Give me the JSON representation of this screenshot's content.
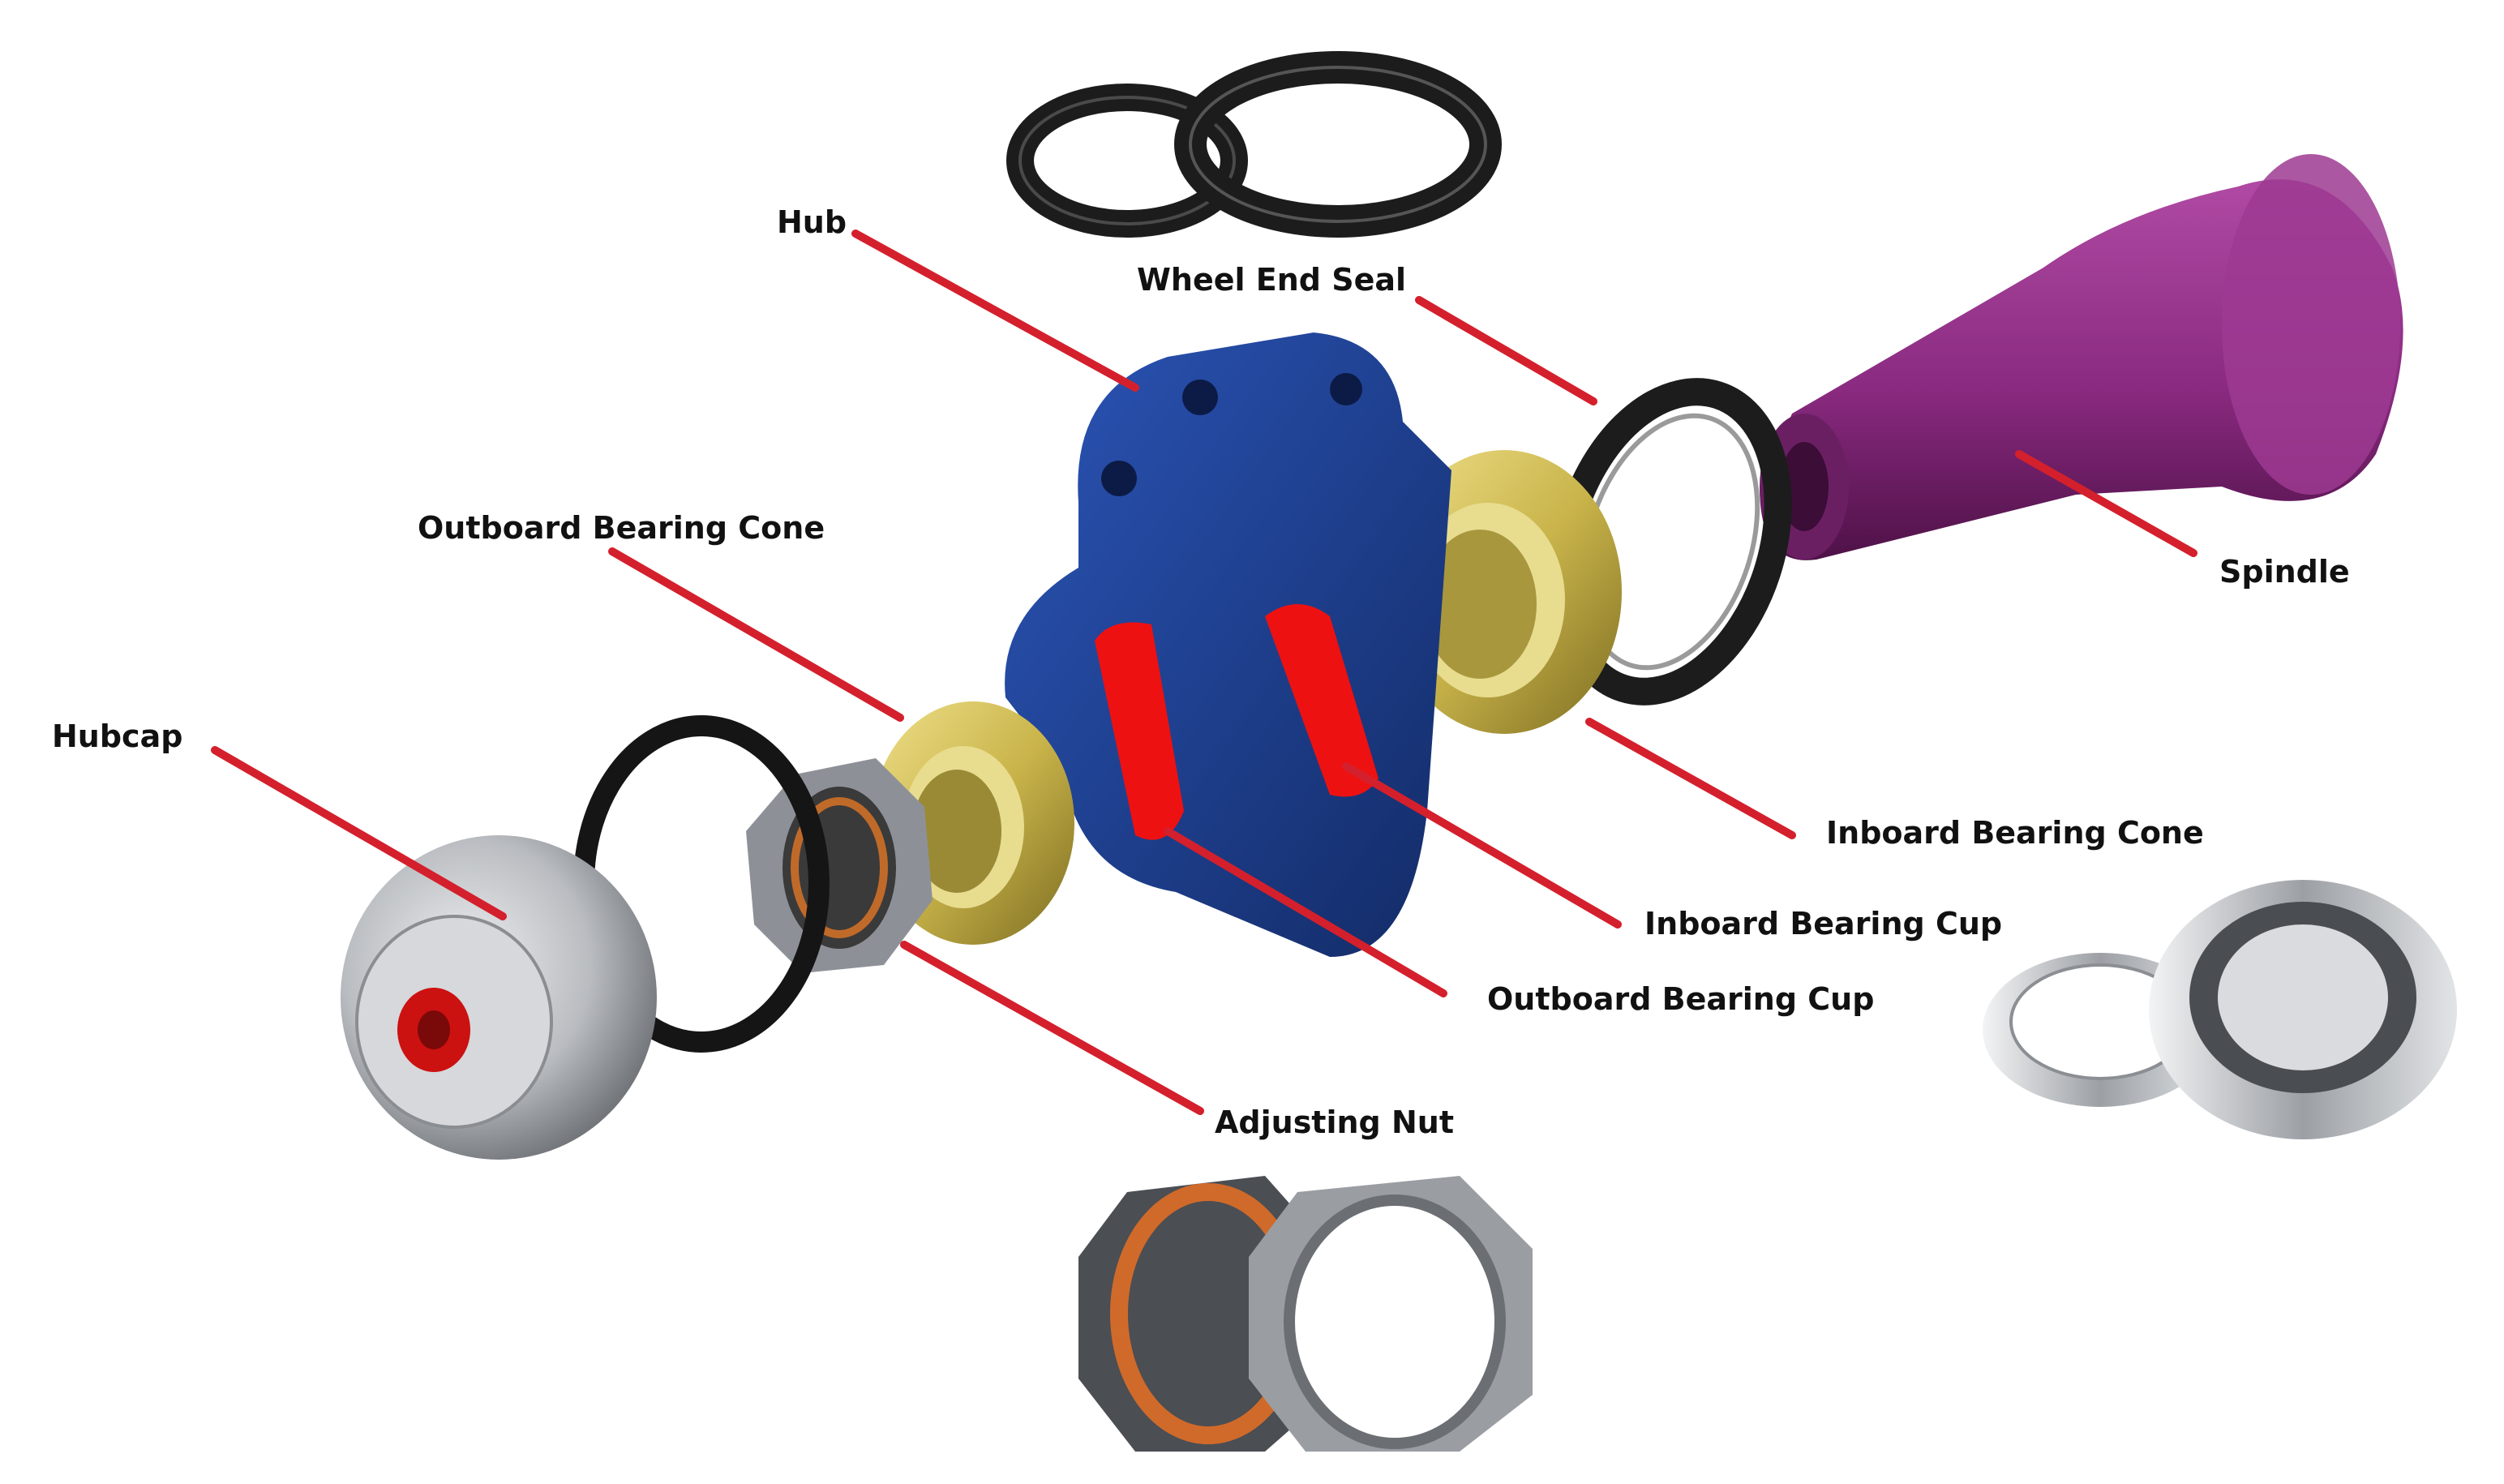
{
  "labels": {
    "hub": "Hub",
    "wheel_end_seal": "Wheel End Seal",
    "spindle": "Spindle",
    "outboard_bearing_cone": "Outboard Bearing Cone",
    "hubcap": "Hubcap",
    "inboard_bearing_cone": "Inboard Bearing Cone",
    "inboard_bearing_cup": "Inboard Bearing Cup",
    "outboard_bearing_cup": "Outboard Bearing Cup",
    "adjusting_nut": "Adjusting Nut"
  },
  "colors": {
    "leader_line": "#d4202c",
    "hub_blue": "#1f3d8a",
    "cup_red": "#ee1111",
    "cone_gold": "#c9b44a",
    "spindle_purple": "#8a2a80",
    "seal_black": "#1c1c1c",
    "steel": "#b9bcc0",
    "label_text": "#111111"
  }
}
